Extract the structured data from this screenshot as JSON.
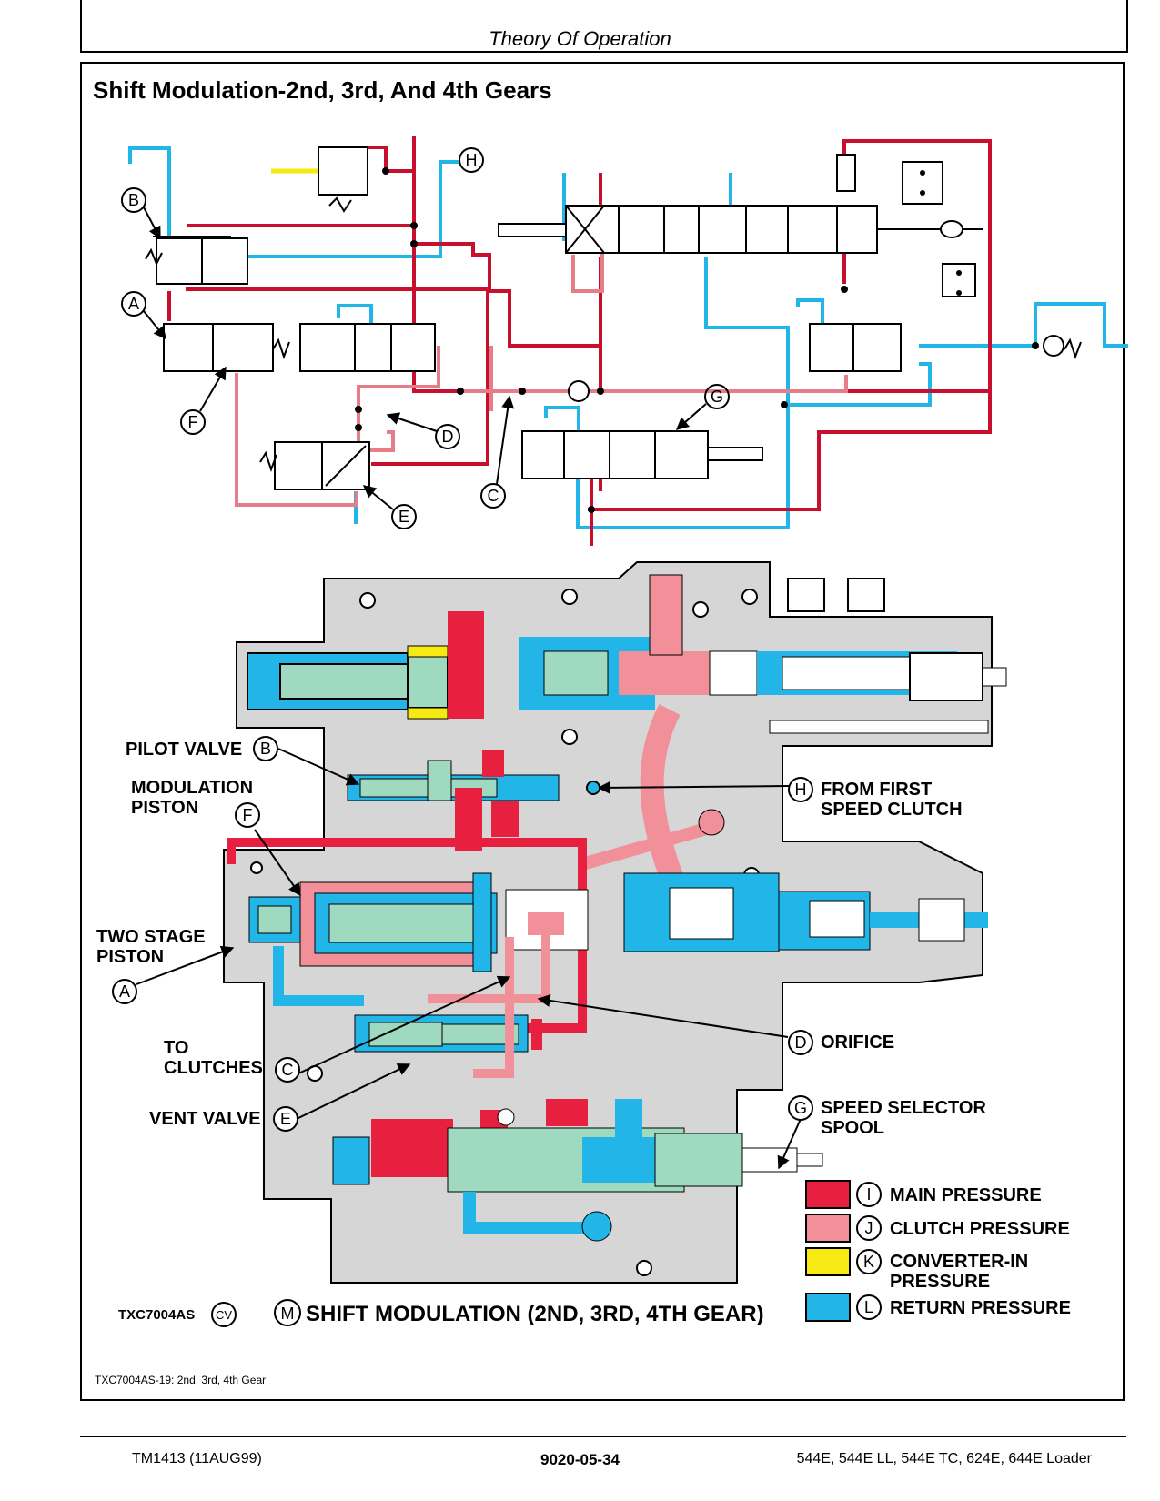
{
  "header": {
    "section": "Theory Of Operation"
  },
  "figure": {
    "title": "Shift Modulation-2nd, 3rd, And 4th Gears",
    "caption": "TXC7004AS-19: 2nd, 3rd, 4th Gear",
    "image_id": "TXC7004AS",
    "image_tag": "CV",
    "main_label_letter": "M",
    "main_label": "SHIFT MODULATION (2ND, 3RD, 4TH GEAR)"
  },
  "schematic_callouts": [
    "A",
    "B",
    "C",
    "D",
    "E",
    "F",
    "G",
    "H"
  ],
  "cutaway_labels": [
    {
      "letter": "B",
      "text": "PILOT VALVE"
    },
    {
      "letter": "F",
      "text": "MODULATION",
      "text2": "PISTON"
    },
    {
      "letter": "A",
      "text": "TWO STAGE",
      "text2": "PISTON"
    },
    {
      "letter": "C",
      "text": "TO",
      "text2": "CLUTCHES"
    },
    {
      "letter": "E",
      "text": "VENT VALVE"
    },
    {
      "letter": "H",
      "text": "FROM FIRST",
      "text2": "SPEED CLUTCH"
    },
    {
      "letter": "D",
      "text": "ORIFICE"
    },
    {
      "letter": "G",
      "text": "SPEED SELECTOR",
      "text2": "SPOOL"
    }
  ],
  "legend": [
    {
      "letter": "I",
      "text": "MAIN PRESSURE",
      "color": "#e8203f"
    },
    {
      "letter": "J",
      "text": "CLUTCH PRESSURE",
      "color": "#f2909a"
    },
    {
      "letter": "K",
      "text": "CONVERTER-IN",
      "text2": "PRESSURE",
      "color": "#f7ea12"
    },
    {
      "letter": "L",
      "text": "RETURN PRESSURE",
      "color": "#22b6e8"
    }
  ],
  "colors": {
    "main": "#e8203f",
    "clutch": "#f2909a",
    "converter": "#f7ea12",
    "return": "#22b6e8",
    "housing": "#d6d6d6",
    "spool": "#9fd9c0"
  },
  "footer": {
    "left": "TM1413 (11AUG99)",
    "center": "9020-05-34",
    "right": "544E, 544E LL, 544E TC, 624E, 644E Loader"
  }
}
